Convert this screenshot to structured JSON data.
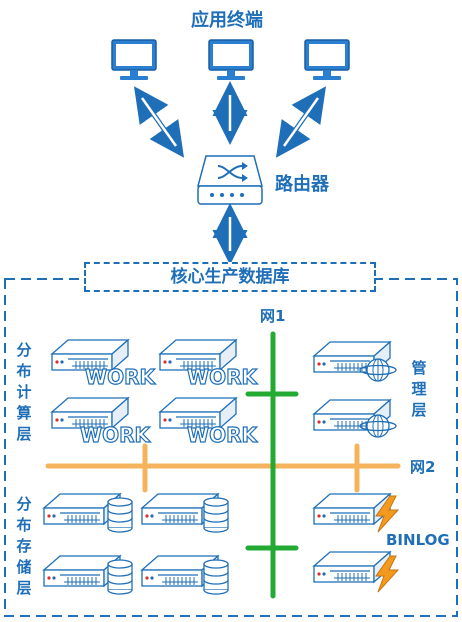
{
  "labels": {
    "terminals": "应用终端",
    "router": "路由器",
    "core_db": "核心生产数据库",
    "net1": "网1",
    "net2": "网2",
    "binlog": "BINLOG",
    "compute_layer": [
      "分",
      "布",
      "计",
      "算",
      "层"
    ],
    "mgmt_layer": [
      "管",
      "理",
      "层"
    ],
    "storage_layer": [
      "分",
      "布",
      "存",
      "储",
      "层"
    ],
    "work": "WORK"
  },
  "colors": {
    "accent": "#1f6fb8",
    "monitor": "#2a7fd0",
    "net1": "#22aa33",
    "net2": "#f5b35c",
    "bolt": "#f39a1e"
  },
  "icons": {
    "terminal": "monitor-icon",
    "router": "router-icon",
    "compute": "work-server-icon",
    "management": "globe-server-icon",
    "storage": "database-server-icon",
    "binlog": "lightning-server-icon"
  }
}
